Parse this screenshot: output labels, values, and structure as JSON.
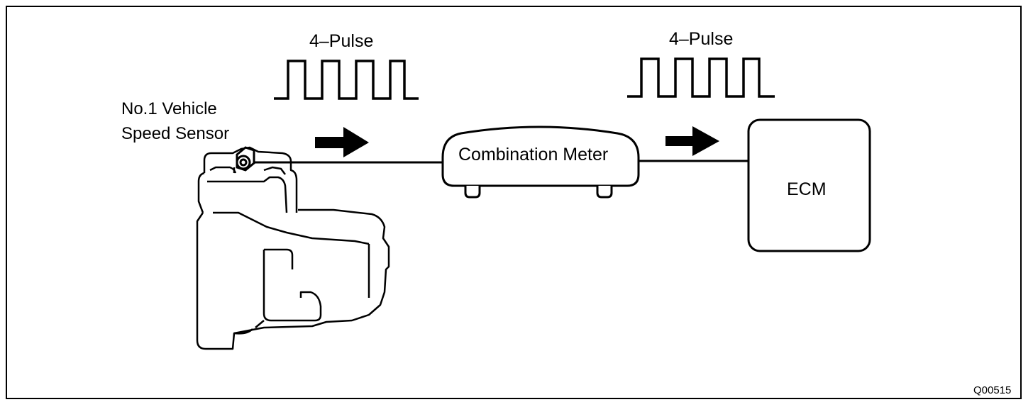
{
  "diagram": {
    "pulse_left": {
      "label": "4–Pulse"
    },
    "pulse_right": {
      "label": "4–Pulse"
    },
    "sensor": {
      "line1": "No.1 Vehicle",
      "line2": "Speed Sensor"
    },
    "combination_meter": {
      "label": "Combination Meter"
    },
    "ecm": {
      "label": "ECM"
    },
    "figure_code": "Q00515"
  }
}
